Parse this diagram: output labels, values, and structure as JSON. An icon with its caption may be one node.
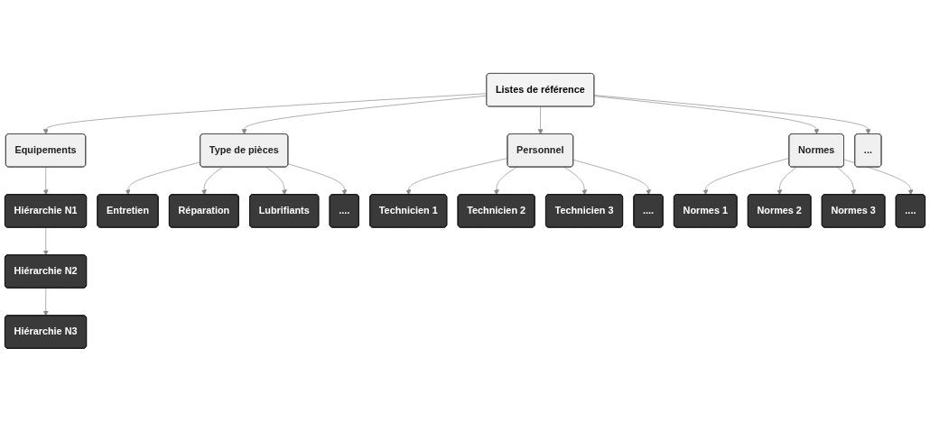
{
  "diagram": {
    "nodes": [
      {
        "text": [
          "Listes de référence"
        ]
      },
      {
        "text": [
          "Equipements"
        ]
      },
      {
        "text": [
          "Type de pièces"
        ]
      },
      {
        "text": [
          "Personnel"
        ]
      },
      {
        "text": [
          "Normes"
        ]
      },
      {
        "text": [
          "..."
        ]
      },
      {
        "text": [
          "Hiérarchie N1"
        ]
      },
      {
        "text": [
          "Hiérarchie N2"
        ]
      },
      {
        "text": [
          "Hiérarchie N3"
        ]
      },
      {
        "text": [
          "Entretien"
        ]
      },
      {
        "text": [
          "Réparation"
        ]
      },
      {
        "text": [
          "Lubrifiants"
        ]
      },
      {
        "text": [
          "...."
        ]
      },
      {
        "text": [
          "Technicien 1"
        ]
      },
      {
        "text": [
          "Technicien 2"
        ]
      },
      {
        "text": [
          "Technicien 3"
        ]
      },
      {
        "text": [
          "...."
        ]
      },
      {
        "text": [
          "Normes 1"
        ]
      },
      {
        "text": [
          "Normes 2"
        ]
      },
      {
        "text": [
          "Normes 3"
        ]
      },
      {
        "text": [
          "...."
        ]
      }
    ],
    "edges": [
      {
        "from": 0,
        "to": 1,
        "arrow": "to"
      },
      {
        "from": 0,
        "to": 2,
        "arrow": "to"
      },
      {
        "from": 0,
        "to": 3,
        "arrow": "to"
      },
      {
        "from": 0,
        "to": 4,
        "arrow": "to"
      },
      {
        "from": 0,
        "to": 5,
        "arrow": "to"
      },
      {
        "from": 1,
        "to": 6,
        "arrow": "to"
      },
      {
        "from": 6,
        "to": 7,
        "arrow": "to"
      },
      {
        "from": 7,
        "to": 8,
        "arrow": "to"
      },
      {
        "from": 2,
        "to": 9,
        "arrow": "to"
      },
      {
        "from": 2,
        "to": 10,
        "arrow": "to"
      },
      {
        "from": 2,
        "to": 11,
        "arrow": "to"
      },
      {
        "from": 2,
        "to": 12,
        "arrow": "to"
      },
      {
        "from": 3,
        "to": 13,
        "arrow": "to"
      },
      {
        "from": 3,
        "to": 14,
        "arrow": "to"
      },
      {
        "from": 3,
        "to": 15,
        "arrow": "to"
      },
      {
        "from": 3,
        "to": 16,
        "arrow": "to"
      },
      {
        "from": 4,
        "to": 17,
        "arrow": "to"
      },
      {
        "from": 4,
        "to": 18,
        "arrow": "to"
      },
      {
        "from": 4,
        "to": 19,
        "arrow": "to"
      },
      {
        "from": 4,
        "to": 20,
        "arrow": "to"
      }
    ]
  }
}
